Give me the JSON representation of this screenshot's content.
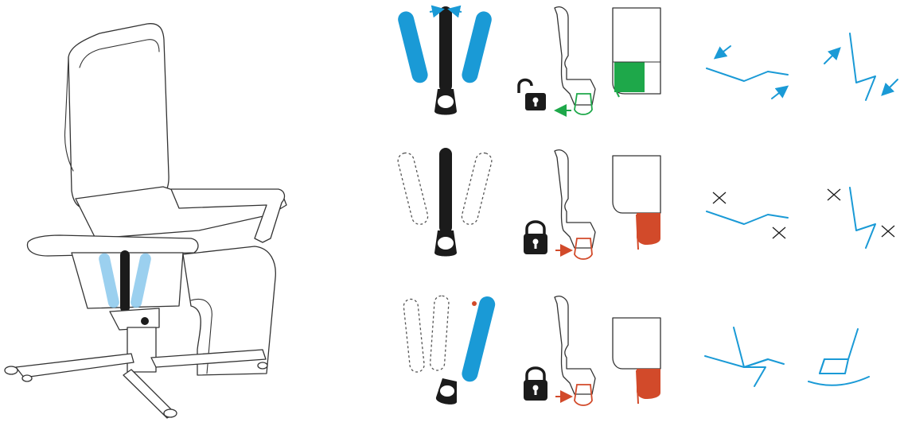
{
  "colors": {
    "blue": "#1a9ad6",
    "green": "#1ea84a",
    "red": "#d24a2a",
    "dark": "#1b1b1b",
    "outline": "#333333"
  },
  "rows": [
    {
      "lever_state": "free-swing",
      "lock": "unlocked-icon",
      "indicator_color": "green",
      "motion": "tilt-and-recline"
    },
    {
      "lever_state": "upright-fixed",
      "lock": "locked-icon",
      "indicator_color": "red",
      "motion": "fixed-upright"
    },
    {
      "lever_state": "forward-fixed",
      "lock": "locked-icon",
      "indicator_color": "red",
      "motion": "rocking"
    }
  ]
}
